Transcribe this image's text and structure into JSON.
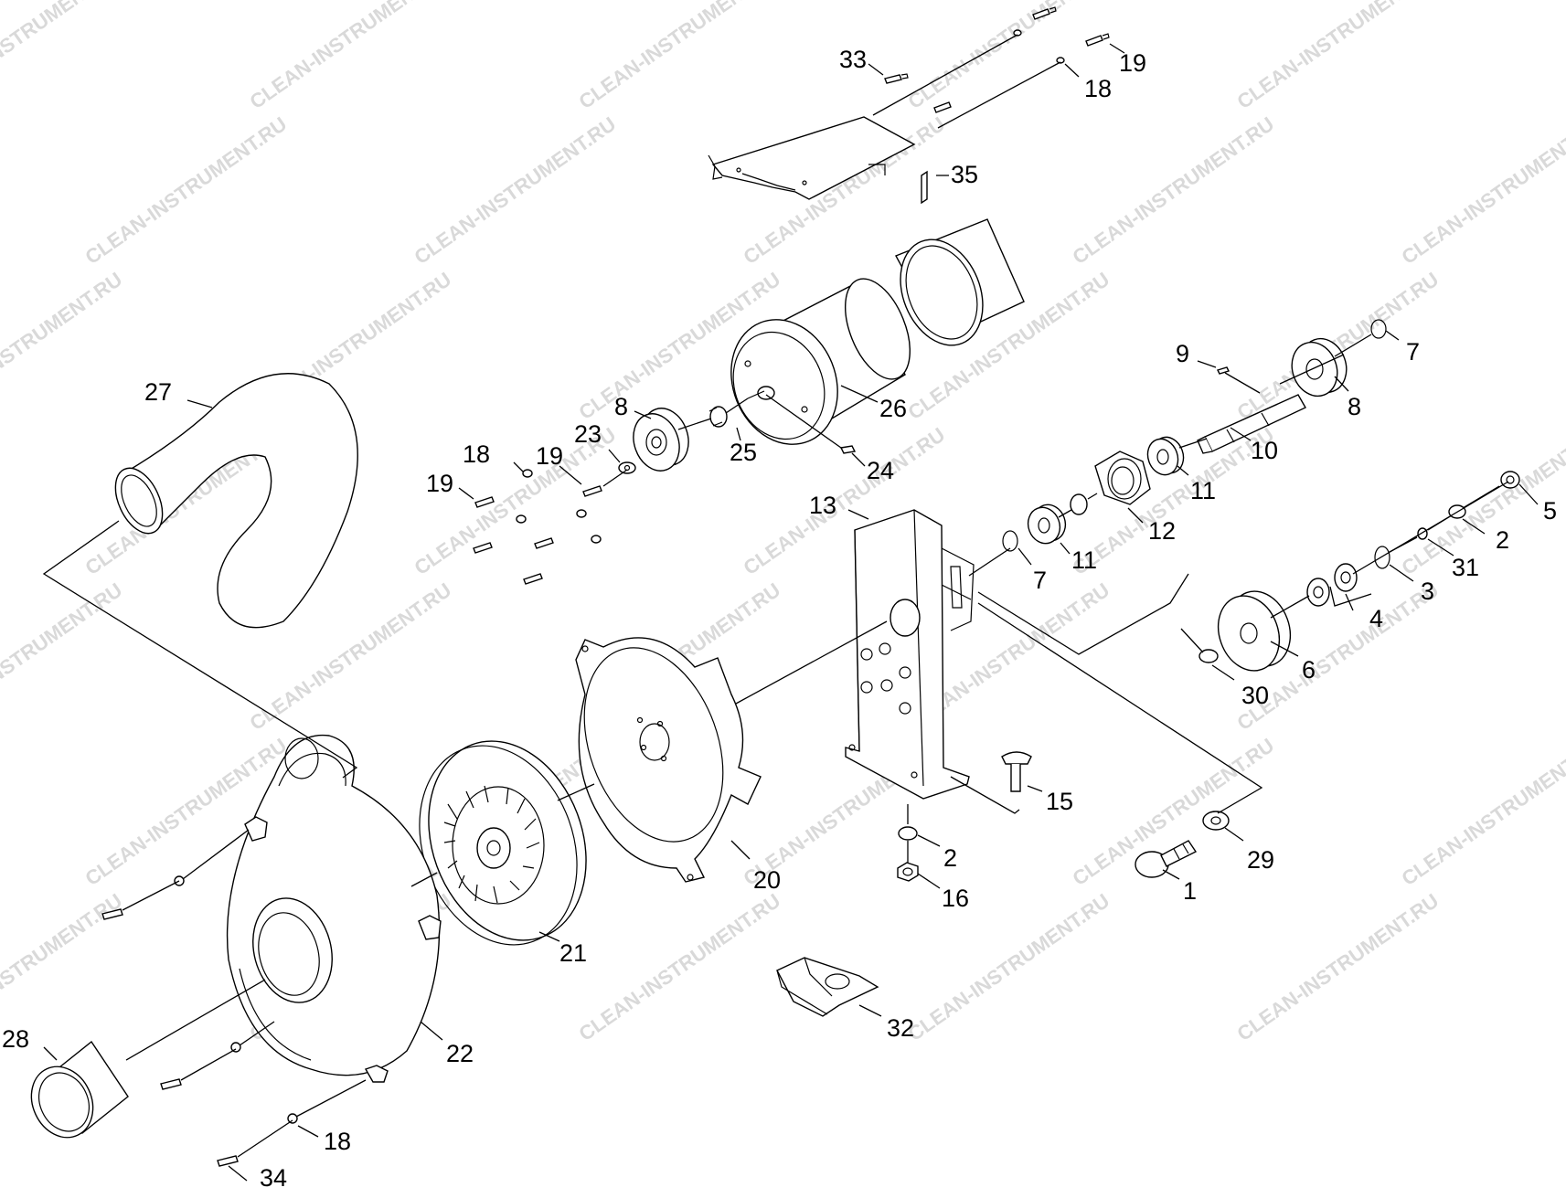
{
  "watermark": "CLEAN-INSTRUMENT.RU",
  "colors": {
    "line": "#000000",
    "background": "#ffffff",
    "watermark": "#d9d9d9"
  },
  "labels": {
    "l33": "33",
    "l19a": "19",
    "l18a": "18",
    "l35": "35",
    "l9": "9",
    "l7a": "7",
    "l27": "27",
    "l26": "26",
    "l8a": "8",
    "l8b": "8",
    "l23": "23",
    "l18b": "18",
    "l19b": "19",
    "l19c": "19",
    "l25": "25",
    "l24": "24",
    "l10": "10",
    "l11a": "11",
    "l11b": "11",
    "l12": "12",
    "l13": "13",
    "l5": "5",
    "l2a": "2",
    "l31": "31",
    "l7b": "7",
    "l3": "3",
    "l4": "4",
    "l6": "6",
    "l30": "30",
    "l15": "15",
    "l2b": "2",
    "l16": "16",
    "l29": "29",
    "l1": "1",
    "l20": "20",
    "l21": "21",
    "l22": "22",
    "l28": "28",
    "l32": "32",
    "l18c": "18",
    "l34": "34"
  }
}
